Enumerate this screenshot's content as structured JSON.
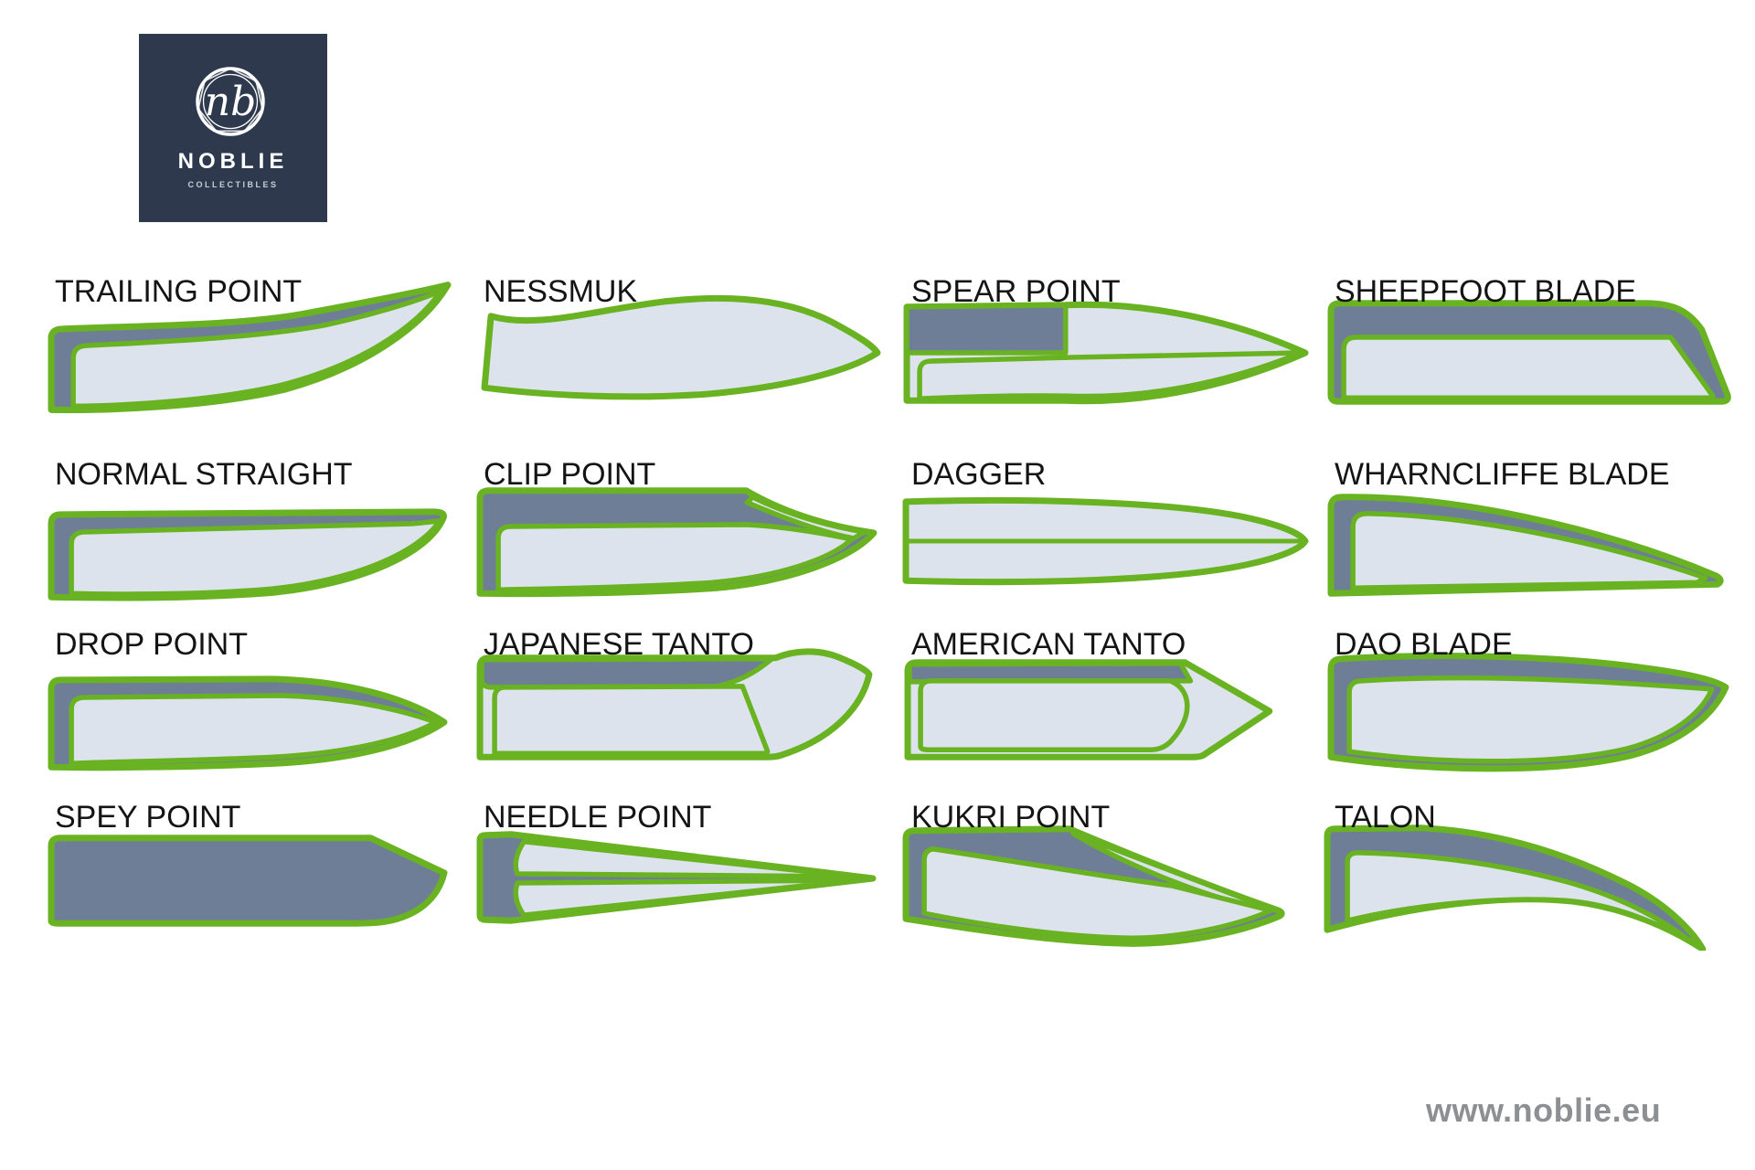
{
  "logo": {
    "monogram": "nb",
    "brand": "NOBLIE",
    "tagline": "COLLECTIBLES"
  },
  "blades": [
    {
      "label": "TRAILING POINT"
    },
    {
      "label": "NESSMUK"
    },
    {
      "label": "SPEAR POINT"
    },
    {
      "label": "SHEEPFOOT BLADE"
    },
    {
      "label": "NORMAL STRAIGHT"
    },
    {
      "label": "CLIP POINT"
    },
    {
      "label": "DAGGER"
    },
    {
      "label": "WHARNCLIFFE BLADE"
    },
    {
      "label": "DROP POINT"
    },
    {
      "label": "JAPANESE TANTO"
    },
    {
      "label": "AMERICAN TANTO"
    },
    {
      "label": "DAO BLADE"
    },
    {
      "label": "SPEY POINT"
    },
    {
      "label": "NEEDLE POINT"
    },
    {
      "label": "KUKRI POINT"
    },
    {
      "label": "TALON"
    }
  ],
  "footer": {
    "url": "www.noblie.eu"
  },
  "colors": {
    "background": "#ffffff",
    "outline_green": "#69b322",
    "spine_slate": "#6f7e97",
    "blade_light": "#dde3ed",
    "label_black": "#141414",
    "logo_navy": "#2e394d",
    "logo_white": "#ffffff",
    "url_gray": "#8d9093"
  }
}
